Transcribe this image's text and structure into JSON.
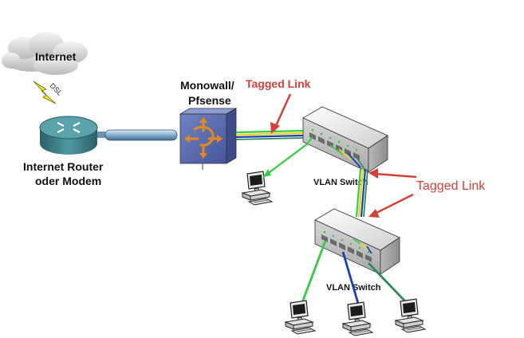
{
  "labels": {
    "internet": "Internet",
    "dsl": "DSL",
    "router_line1": "Internet Router",
    "router_line2": "oder Modem",
    "firewall_line1": "Monowall/",
    "firewall_line2": "Pfsense",
    "tagged_link_1": "Tagged Link",
    "tagged_link_2": "Tagged Link",
    "switch_1": "VLAN Switch",
    "switch_2": "VLAN Switch"
  },
  "colors": {
    "tagged_label": "#d0413a",
    "vlan_green": "#33cc44",
    "vlan_blue": "#1a3fb0",
    "vlan_yellow": "#e8d21a",
    "vlan_teal": "#2e8b57",
    "firewall_body": "#5a6db0",
    "router_body": "#3d7f86"
  },
  "icons": [
    "cloud-icon",
    "lightning-icon",
    "router-icon",
    "firewall-icon",
    "switch-icon",
    "computer-icon"
  ]
}
